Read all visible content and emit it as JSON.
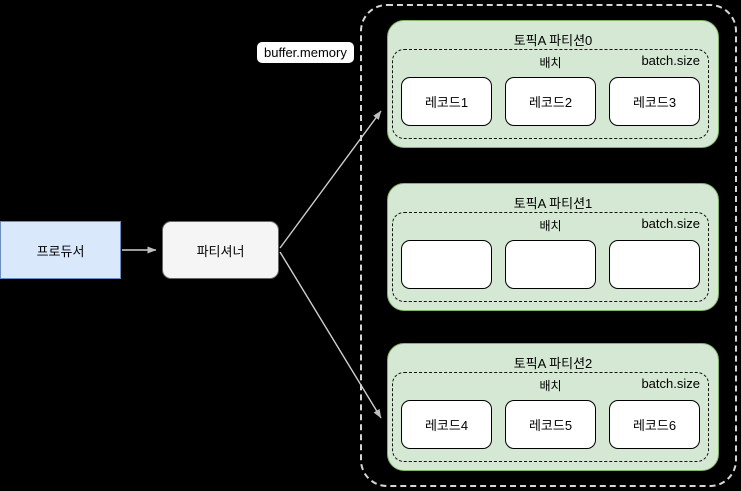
{
  "producer": {
    "label": "프로듀서"
  },
  "partitioner": {
    "label": "파티셔너"
  },
  "buffer_memory_label": "buffer.memory",
  "partitions": [
    {
      "title": "토픽A 파티션0",
      "batch_label": "배치",
      "size_label": "batch.size",
      "records": [
        "레코드1",
        "레코드2",
        "레코드3"
      ]
    },
    {
      "title": "토픽A 파티션1",
      "batch_label": "배치",
      "size_label": "batch.size",
      "records": [
        "",
        "",
        ""
      ]
    },
    {
      "title": "토픽A 파티션2",
      "batch_label": "배치",
      "size_label": "batch.size",
      "records": [
        "레코드4",
        "레코드5",
        "레코드6"
      ]
    }
  ],
  "colors": {
    "background": "#000000",
    "producer_fill": "#dae8fc",
    "producer_border": "#6c8ebf",
    "partitioner_fill": "#f5f5f5",
    "partitioner_border": "#666666",
    "partition_fill": "#d5e8d4",
    "partition_border": "#82b366",
    "record_fill": "#ffffff",
    "record_border": "#000000",
    "connector_line": "#cfcfcf",
    "buffer_dashed_border": "#d5d5d5",
    "inner_dashed_border": "#141414",
    "buffer_chip_fill": "#ffffff",
    "text": "#000000"
  }
}
